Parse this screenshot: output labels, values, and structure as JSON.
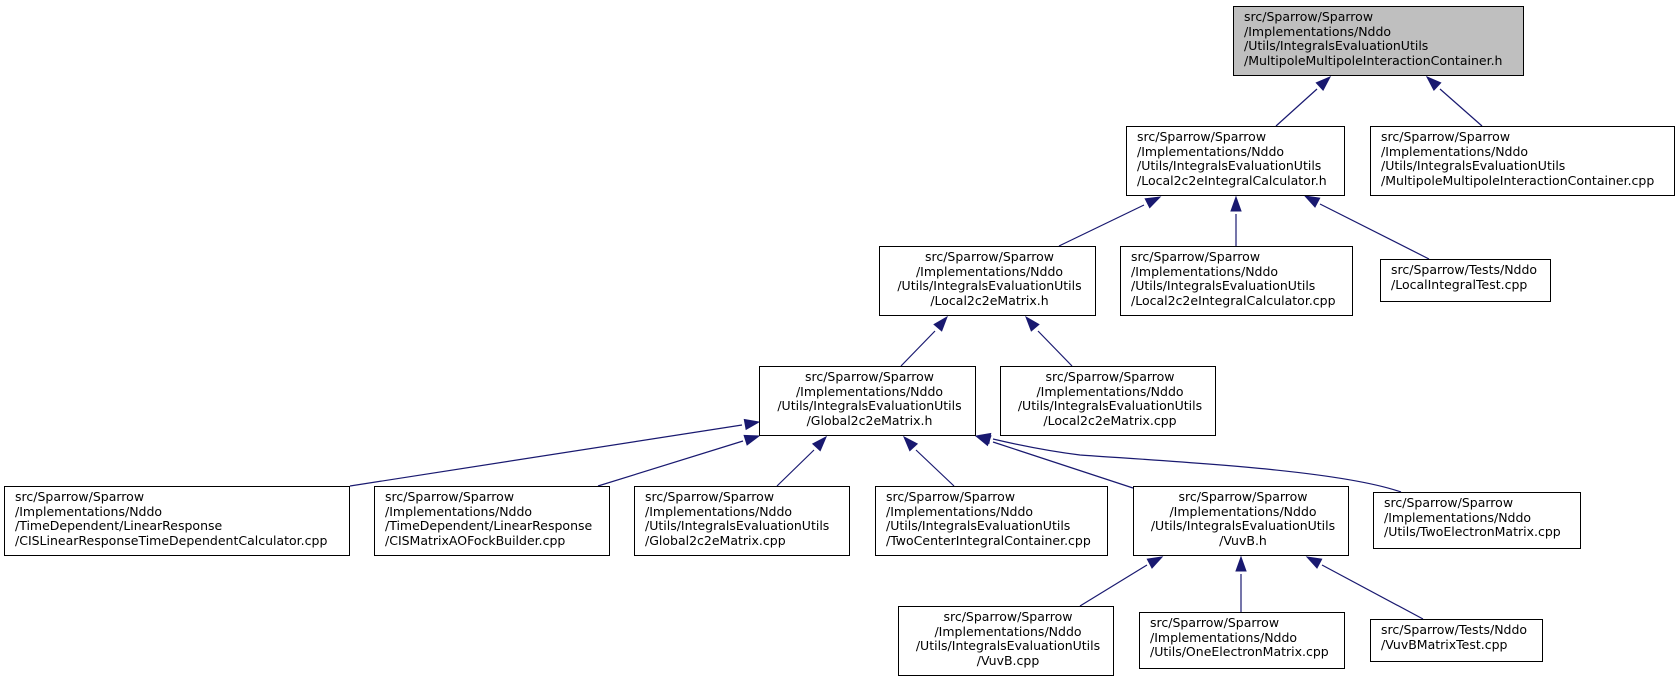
{
  "graph": {
    "colors": {
      "edge": "#191970",
      "root_fill": "#bfbfbf",
      "node_border": "#000000"
    },
    "nodes": [
      {
        "id": "n0",
        "kind": "root",
        "lines": [
          "src/Sparrow/Sparrow",
          "/Implementations/Nddo",
          "/Utils/IntegralsEvaluationUtils",
          "/MultipoleMultipoleInteractionContainer.h"
        ]
      },
      {
        "id": "n1",
        "lines": [
          "src/Sparrow/Sparrow",
          "/Implementations/Nddo",
          "/Utils/IntegralsEvaluationUtils",
          "/Local2c2eIntegralCalculator.h"
        ]
      },
      {
        "id": "n2",
        "lines": [
          "src/Sparrow/Sparrow",
          "/Implementations/Nddo",
          "/Utils/IntegralsEvaluationUtils",
          "/MultipoleMultipoleInteractionContainer.cpp"
        ]
      },
      {
        "id": "n3",
        "center": true,
        "lines": [
          "src/Sparrow/Sparrow",
          "/Implementations/Nddo",
          "/Utils/IntegralsEvaluationUtils",
          "/Local2c2eMatrix.h"
        ]
      },
      {
        "id": "n4",
        "lines": [
          "src/Sparrow/Sparrow",
          "/Implementations/Nddo",
          "/Utils/IntegralsEvaluationUtils",
          "/Local2c2eIntegralCalculator.cpp"
        ]
      },
      {
        "id": "n5",
        "lines": [
          "src/Sparrow/Tests/Nddo",
          "/LocalIntegralTest.cpp"
        ]
      },
      {
        "id": "n6",
        "center": true,
        "lines": [
          "src/Sparrow/Sparrow",
          "/Implementations/Nddo",
          "/Utils/IntegralsEvaluationUtils",
          "/Global2c2eMatrix.h"
        ]
      },
      {
        "id": "n7",
        "center": true,
        "lines": [
          "src/Sparrow/Sparrow",
          "/Implementations/Nddo",
          "/Utils/IntegralsEvaluationUtils",
          "/Local2c2eMatrix.cpp"
        ]
      },
      {
        "id": "n8",
        "lines": [
          "src/Sparrow/Sparrow",
          "/Implementations/Nddo",
          "/TimeDependent/LinearResponse",
          "/CISLinearResponseTimeDependentCalculator.cpp"
        ]
      },
      {
        "id": "n9",
        "lines": [
          "src/Sparrow/Sparrow",
          "/Implementations/Nddo",
          "/TimeDependent/LinearResponse",
          "/CISMatrixAOFockBuilder.cpp"
        ]
      },
      {
        "id": "n10",
        "lines": [
          "src/Sparrow/Sparrow",
          "/Implementations/Nddo",
          "/Utils/IntegralsEvaluationUtils",
          "/Global2c2eMatrix.cpp"
        ]
      },
      {
        "id": "n11",
        "lines": [
          "src/Sparrow/Sparrow",
          "/Implementations/Nddo",
          "/Utils/IntegralsEvaluationUtils",
          "/TwoCenterIntegralContainer.cpp"
        ]
      },
      {
        "id": "n12",
        "center": true,
        "lines": [
          "src/Sparrow/Sparrow",
          "/Implementations/Nddo",
          "/Utils/IntegralsEvaluationUtils",
          "/VuvB.h"
        ]
      },
      {
        "id": "n13",
        "lines": [
          "src/Sparrow/Sparrow",
          "/Implementations/Nddo",
          "/Utils/TwoElectronMatrix.cpp"
        ]
      },
      {
        "id": "n14",
        "center": true,
        "lines": [
          "src/Sparrow/Sparrow",
          "/Implementations/Nddo",
          "/Utils/IntegralsEvaluationUtils",
          "/VuvB.cpp"
        ]
      },
      {
        "id": "n15",
        "lines": [
          "src/Sparrow/Sparrow",
          "/Implementations/Nddo",
          "/Utils/OneElectronMatrix.cpp"
        ]
      },
      {
        "id": "n16",
        "lines": [
          "src/Sparrow/Tests/Nddo",
          "/VuvBMatrixTest.cpp"
        ]
      }
    ],
    "edges": [
      {
        "from": "n1",
        "to": "n0"
      },
      {
        "from": "n2",
        "to": "n0"
      },
      {
        "from": "n3",
        "to": "n1"
      },
      {
        "from": "n4",
        "to": "n1"
      },
      {
        "from": "n5",
        "to": "n1"
      },
      {
        "from": "n6",
        "to": "n3"
      },
      {
        "from": "n7",
        "to": "n3"
      },
      {
        "from": "n8",
        "to": "n6"
      },
      {
        "from": "n9",
        "to": "n6"
      },
      {
        "from": "n10",
        "to": "n6"
      },
      {
        "from": "n11",
        "to": "n6"
      },
      {
        "from": "n12",
        "to": "n6"
      },
      {
        "from": "n13",
        "to": "n6"
      },
      {
        "from": "n14",
        "to": "n12"
      },
      {
        "from": "n15",
        "to": "n12"
      },
      {
        "from": "n16",
        "to": "n12"
      }
    ]
  }
}
